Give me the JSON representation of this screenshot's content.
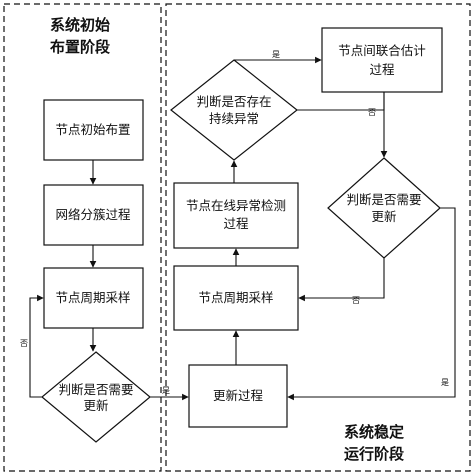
{
  "phases": {
    "init": {
      "title_line1": "系统初始",
      "title_line2": "布置阶段"
    },
    "stable": {
      "title_line1": "系统稳定",
      "title_line2": "运行阶段"
    }
  },
  "nodes": {
    "node_init": "节点初始布置",
    "network_cluster": "网络分簇过程",
    "periodic_sample_left": "节点周期采样",
    "decide_update_left": {
      "line1": "判断是否需要",
      "line2": "更新"
    },
    "update_process": "更新过程",
    "periodic_sample_right": "节点周期采样",
    "online_detect": {
      "line1": "节点在线异常检测",
      "line2": "过程"
    },
    "decide_persistent": {
      "line1": "判断是否存在",
      "line2": "持续异常"
    },
    "joint_estimate": {
      "line1": "节点间联合估计",
      "line2": "过程"
    },
    "decide_update_right": {
      "line1": "判断是否需要",
      "line2": "更新"
    }
  },
  "edge_labels": {
    "yes": "是",
    "no": "否"
  }
}
